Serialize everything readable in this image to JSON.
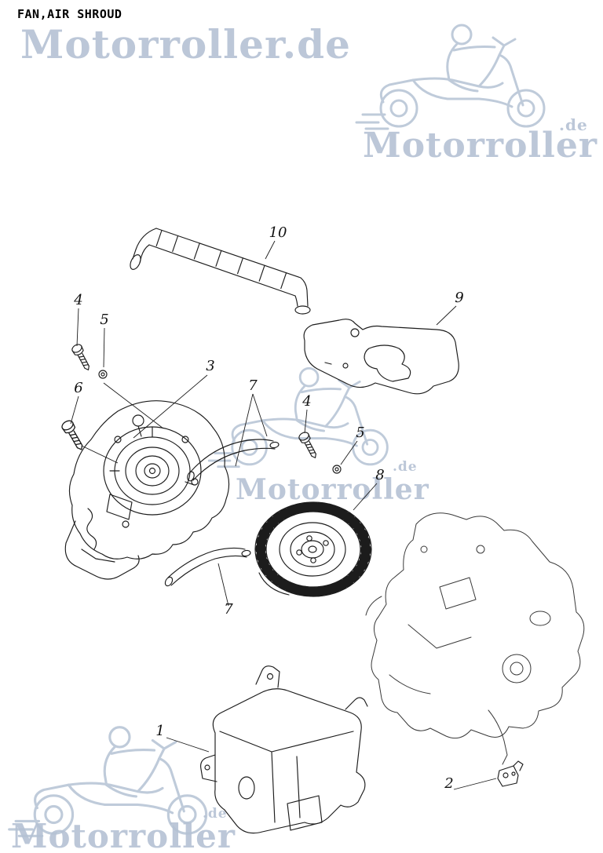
{
  "page": {
    "title": "FAN,AIR SHROUD"
  },
  "watermark": {
    "brand_full": "Motorroller.de",
    "brand": "Motorroller",
    "tld": ".de",
    "color": "#b5c2d4"
  },
  "diagram": {
    "line_color": "#1c1c1c",
    "callouts": [
      "4",
      "5",
      "6",
      "3",
      "7",
      "10",
      "9",
      "4",
      "5",
      "8",
      "7",
      "1",
      "2"
    ]
  }
}
